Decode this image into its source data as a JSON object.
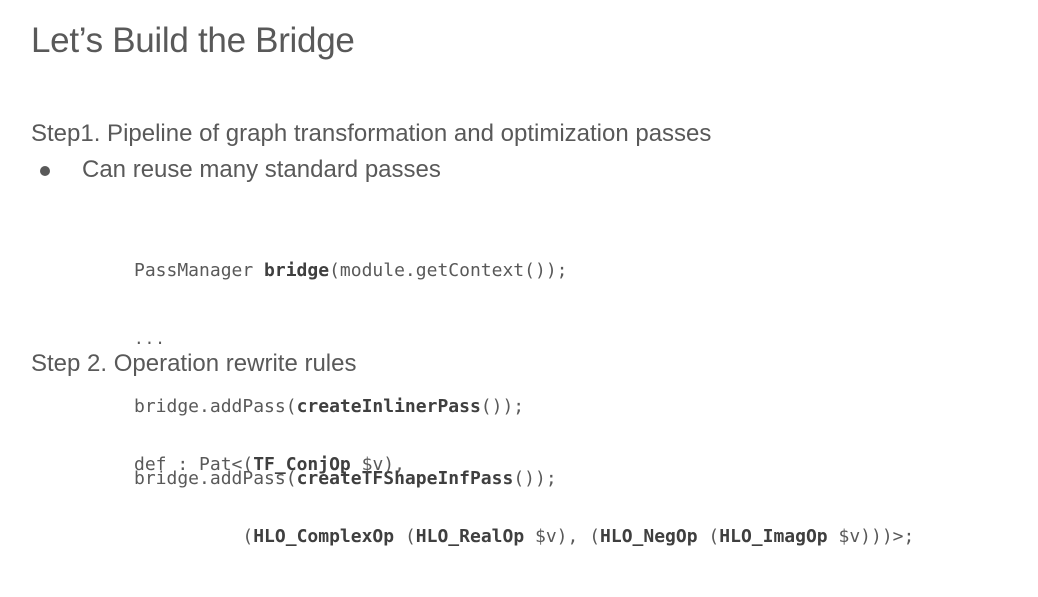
{
  "slide": {
    "title": "Let’s Build the Bridge",
    "step1": {
      "heading": "Step1. Pipeline  of graph transformation and optimization passes",
      "bullet": "Can reuse many standard passes",
      "code": {
        "line1_pre": "PassManager ",
        "line1_bold": "bridge",
        "line1_post": "(module.getContext());",
        "line2": "...",
        "line3_pre": "bridge.addPass(",
        "line3_bold": "createInlinerPass",
        "line3_post": "());",
        "line4_pre": "bridge.addPass(",
        "line4_bold": "createTFShapeInfPass",
        "line4_post": "());"
      }
    },
    "step2": {
      "heading": "Step 2. Operation rewrite rules",
      "code": {
        "line1_pre": "def : Pat<(",
        "line1_bold": "TF_ConjOp",
        "line1_post": " $v),",
        "line2_indent": "          (",
        "line2_b1": "HLO_ComplexOp",
        "line2_t1": " (",
        "line2_b2": "HLO_RealOp",
        "line2_t2": " $v), (",
        "line2_b3": "HLO_NegOp",
        "line2_t3": " (",
        "line2_b4": "HLO_ImagOp",
        "line2_t4": " $v)))>;"
      }
    }
  }
}
